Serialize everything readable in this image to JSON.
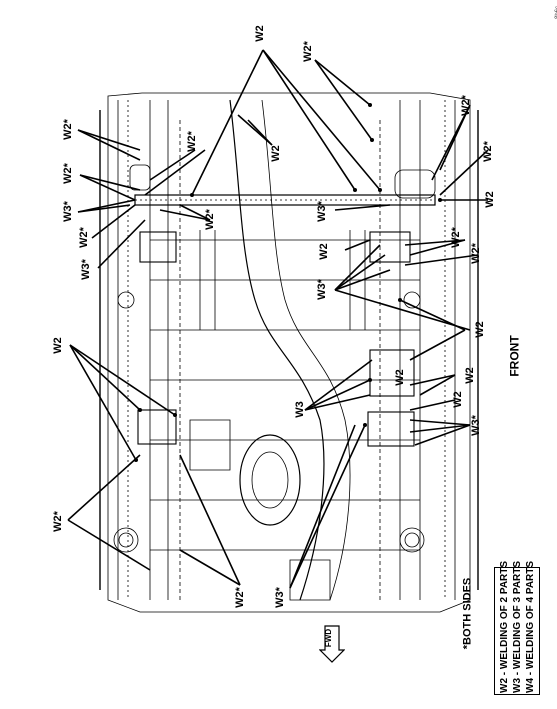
{
  "document_id": "8b6c",
  "labels": {
    "w2": "W2",
    "w2_star": "W2*",
    "w3": "W3",
    "w3_star": "W3*",
    "front": "FRONT",
    "fwd": "FWD",
    "both_sides": "*BOTH SIDES"
  },
  "legend": {
    "items": [
      "W2 - WELDING OF 2 PARTS",
      "W3 - WELDING OF 3 PARTS",
      "W4 - WELDING OF 4 PARTS"
    ]
  }
}
